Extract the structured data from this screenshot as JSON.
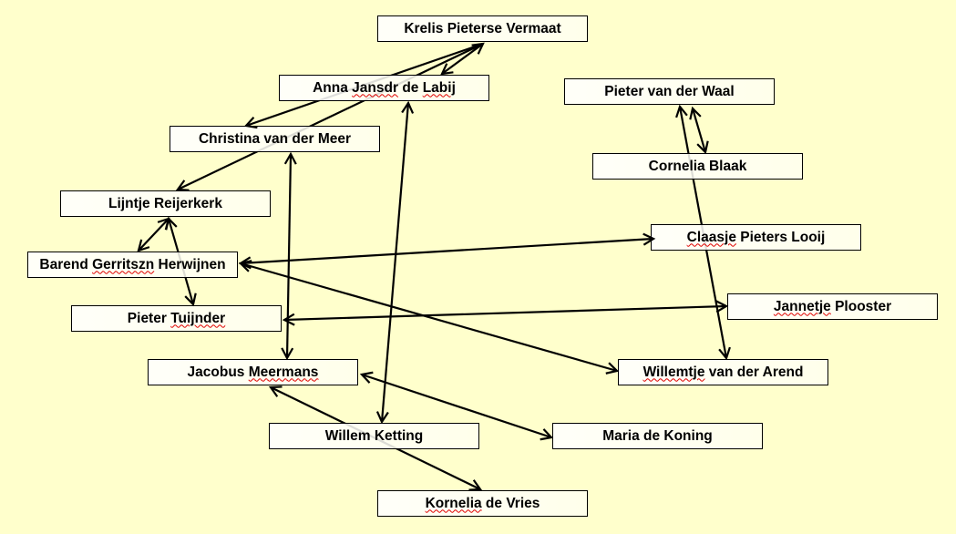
{
  "colors": {
    "background": "#ffffcc",
    "box_fill": "#ffffff",
    "line": "#000000",
    "spellcheck": "#e00000"
  },
  "nodes": [
    {
      "id": "krelis",
      "label": "Krelis Pieterse Vermaat",
      "spell": []
    },
    {
      "id": "anna",
      "label": "Anna Jansdr de Labij",
      "spell": [
        "Jansdr",
        "Labij"
      ]
    },
    {
      "id": "pvdwaal",
      "label": "Pieter van der Waal",
      "spell": []
    },
    {
      "id": "christina",
      "label": "Christina van der Meer",
      "spell": []
    },
    {
      "id": "cornelia",
      "label": "Cornelia Blaak",
      "spell": []
    },
    {
      "id": "lijntje",
      "label": "Lijntje Reijerkerk",
      "spell": []
    },
    {
      "id": "claasje",
      "label": "Claasje Pieters Looij",
      "spell": [
        "Claasje"
      ]
    },
    {
      "id": "barend",
      "label": "Barend Gerritszn Herwijnen",
      "spell": [
        "Gerritszn"
      ]
    },
    {
      "id": "jannetje",
      "label": "Jannetje Plooster",
      "spell": [
        "Jannetje"
      ]
    },
    {
      "id": "tuijnder",
      "label": "Pieter Tuijnder",
      "spell": [
        "Tuijnder"
      ]
    },
    {
      "id": "jacobus",
      "label": "Jacobus Meermans",
      "spell": [
        "Meermans"
      ]
    },
    {
      "id": "willemtje",
      "label": "Willemtje van der Arend",
      "spell": [
        "Willemtje"
      ]
    },
    {
      "id": "willem",
      "label": "Willem Ketting",
      "spell": []
    },
    {
      "id": "maria",
      "label": "Maria de Koning",
      "spell": []
    },
    {
      "id": "kornelia",
      "label": "Kornelia de Vries",
      "spell": [
        "Kornelia"
      ]
    }
  ],
  "edges": [
    {
      "from": "krelis",
      "to": "christina",
      "type": "directed"
    },
    {
      "from": "krelis",
      "to": "lijntje",
      "type": "directed"
    },
    {
      "from": "krelis",
      "to": "anna",
      "type": "bidirectional"
    },
    {
      "from": "anna",
      "to": "willem",
      "type": "bidirectional"
    },
    {
      "from": "christina",
      "to": "jacobus",
      "type": "bidirectional"
    },
    {
      "from": "lijntje",
      "to": "barend",
      "type": "bidirectional"
    },
    {
      "from": "lijntje",
      "to": "tuijnder",
      "type": "bidirectional"
    },
    {
      "from": "barend",
      "to": "claasje",
      "type": "bidirectional"
    },
    {
      "from": "barend",
      "to": "willemtje",
      "type": "bidirectional"
    },
    {
      "from": "tuijnder",
      "to": "jannetje",
      "type": "bidirectional"
    },
    {
      "from": "pvdwaal",
      "to": "cornelia",
      "type": "bidirectional"
    },
    {
      "from": "pvdwaal",
      "to": "willemtje",
      "type": "bidirectional"
    },
    {
      "from": "jacobus",
      "to": "maria",
      "type": "bidirectional"
    },
    {
      "from": "jacobus",
      "to": "kornelia",
      "type": "bidirectional"
    }
  ]
}
